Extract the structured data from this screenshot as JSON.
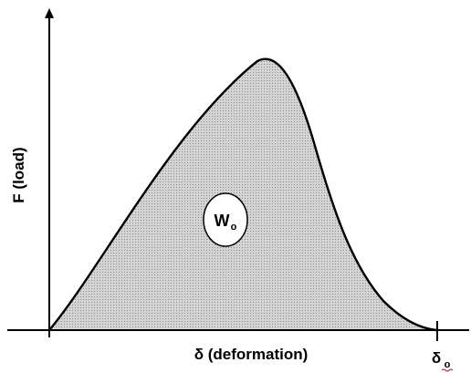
{
  "diagram": {
    "y_axis_label": "F (load)",
    "x_axis_label": "δ (deformation)",
    "area_label": {
      "main": "W",
      "subscript": "o"
    },
    "end_marker_label": {
      "main": "δ",
      "subscript": "o"
    },
    "colors": {
      "curve": "#000000",
      "area_fill": "#d4d4d4",
      "area_dots": "#7a7a7a",
      "axes": "#000000",
      "label_bubble": "#ffffff"
    }
  }
}
